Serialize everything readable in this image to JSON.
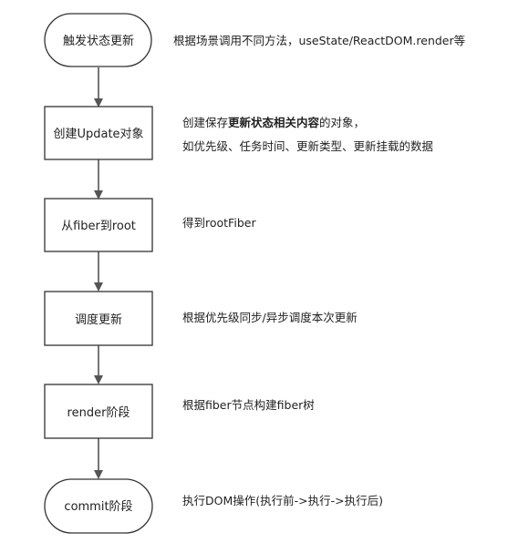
{
  "nodes": [
    {
      "id": "trigger",
      "shape": "terminal",
      "label": "触发状态更新"
    },
    {
      "id": "create-update",
      "shape": "process",
      "label": "创建Update对象"
    },
    {
      "id": "fiber-to-root",
      "shape": "process",
      "label": "从fiber到root"
    },
    {
      "id": "schedule",
      "shape": "process",
      "label": "调度更新"
    },
    {
      "id": "render",
      "shape": "process",
      "label": "render阶段"
    },
    {
      "id": "commit",
      "shape": "terminal",
      "label": "commit阶段"
    }
  ],
  "descriptions": {
    "trigger": "根据场景调用不同方法，useState/ReactDOM.render等",
    "create_update": {
      "line1_prefix": "创建保存",
      "line1_bold": "更新状态相关内容",
      "line1_suffix": "的对象，",
      "line2": "如优先级、任务时间、更新类型、更新挂载的数据"
    },
    "fiber_to_root": "得到rootFiber",
    "schedule": "根据优先级同步/异步调度本次更新",
    "render": "根据fiber节点构建fiber树",
    "commit": "执行DOM操作(执行前->执行->执行后)"
  },
  "colors": {
    "border": "#333333",
    "arrow": "#555555",
    "fill": "#ffffff"
  }
}
